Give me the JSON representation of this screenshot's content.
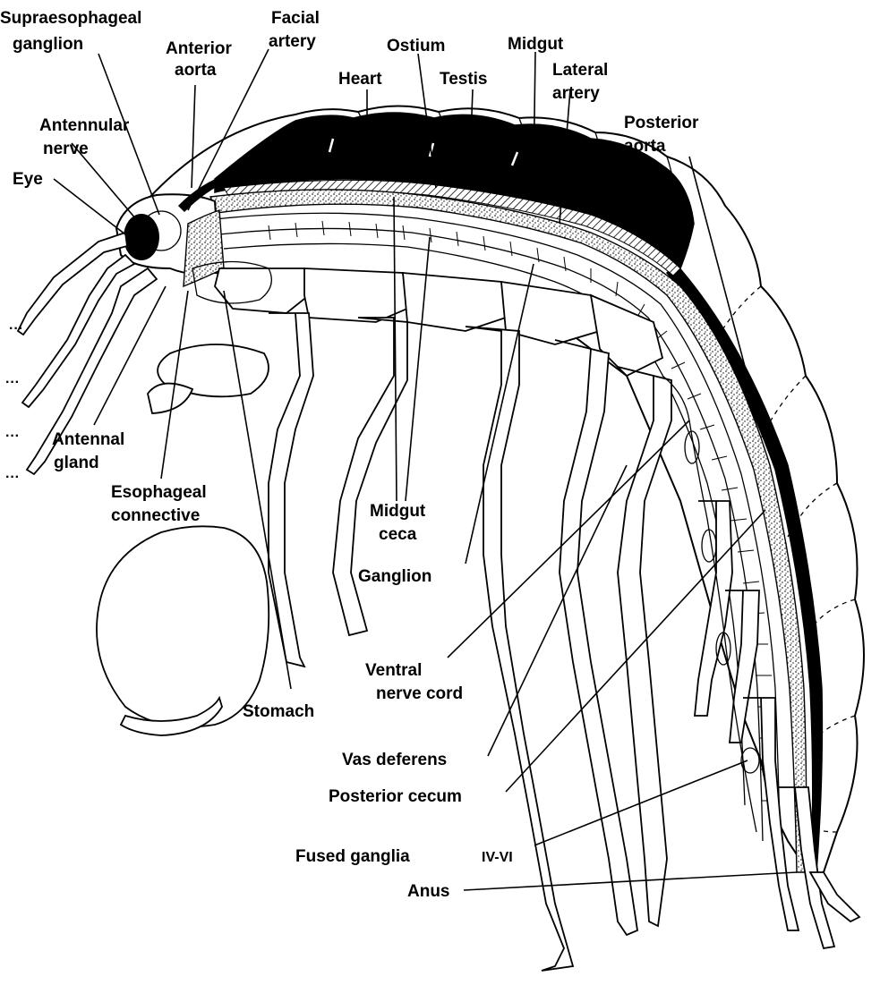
{
  "figure": {
    "labels": {
      "supraesophageal_ganglion": [
        "Supraesophageal",
        "ganglion"
      ],
      "anterior_aorta": [
        "Anterior",
        "aorta"
      ],
      "facial_artery": [
        "Facial",
        "artery"
      ],
      "ostium": "Ostium",
      "midgut": "Midgut",
      "heart": "Heart",
      "testis": "Testis",
      "lateral_artery": [
        "Lateral",
        "artery"
      ],
      "posterior_aorta": [
        "Posterior",
        "aorta"
      ],
      "antennular_nerve": [
        "Antennular",
        "nerve"
      ],
      "eye": "Eye",
      "antennal_gland": [
        "Antennal",
        "gland"
      ],
      "esophageal_connective": [
        "Esophageal",
        "connective"
      ],
      "midgut_ceca": [
        "Midgut",
        "ceca"
      ],
      "ganglion": "Ganglion",
      "ventral_nerve_cord": [
        "Ventral",
        "nerve cord"
      ],
      "stomach": "Stomach",
      "vas_deferens": "Vas deferens",
      "posterior_cecum": "Posterior cecum",
      "fused_ganglia": "Fused ganglia",
      "fused_ganglia_suffix": "IV-VI",
      "anus": "Anus"
    }
  }
}
